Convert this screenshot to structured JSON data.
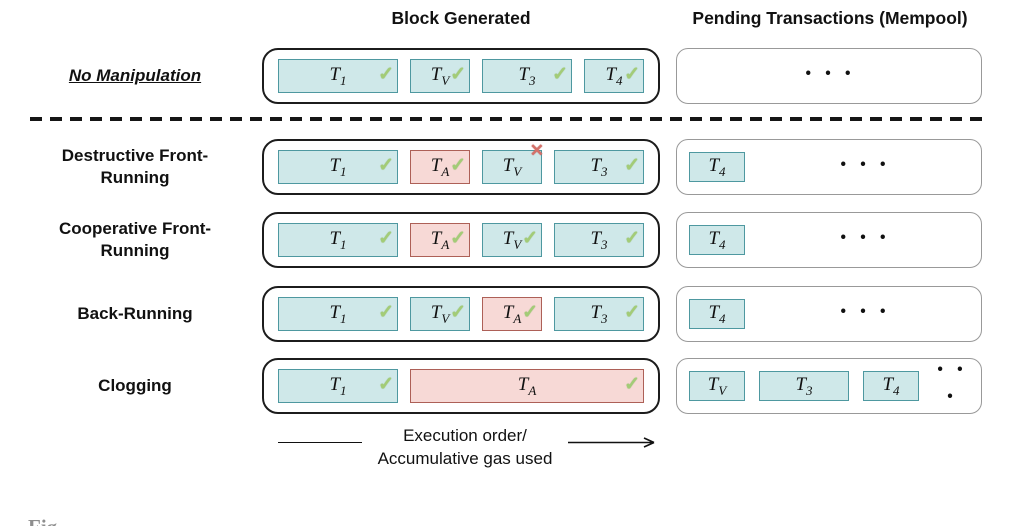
{
  "header": {
    "block_title": "Block Generated",
    "mempool_title": "Pending Transactions (Mempool)"
  },
  "colors": {
    "teal_fill": "#cfe8e9",
    "teal_border": "#4e98a0",
    "red_fill": "#f7d9d6",
    "red_border": "#ad6057",
    "check_green": "#a3cc77",
    "cross_red": "#d4716a",
    "block_border": "#1c1c1c",
    "mempool_border": "#999999"
  },
  "glyphs": {
    "check": "✓",
    "cross": "✕",
    "dots": "· · ·"
  },
  "rows": [
    {
      "label": "No Manipulation",
      "emphasis": true,
      "block": [
        {
          "base": "T",
          "sub": "1",
          "kind": "teal",
          "mark": "check",
          "w": 120
        },
        {
          "base": "T",
          "sub": "V",
          "kind": "teal",
          "mark": "check",
          "w": 60
        },
        {
          "base": "T",
          "sub": "3",
          "kind": "teal",
          "mark": "check",
          "w": 90
        },
        {
          "base": "T",
          "sub": "4",
          "kind": "teal",
          "mark": "check",
          "w": 60
        }
      ],
      "mempool": {
        "cells": [],
        "dots": true
      }
    },
    {
      "label": "Destructive Front-Running",
      "emphasis": false,
      "block": [
        {
          "base": "T",
          "sub": "1",
          "kind": "teal",
          "mark": "check",
          "w": 120
        },
        {
          "base": "T",
          "sub": "A",
          "kind": "red",
          "mark": "check",
          "w": 60
        },
        {
          "base": "T",
          "sub": "V",
          "kind": "teal",
          "mark": "cross",
          "w": 60
        },
        {
          "base": "T",
          "sub": "3",
          "kind": "teal",
          "mark": "check",
          "w": 90
        }
      ],
      "mempool": {
        "cells": [
          {
            "base": "T",
            "sub": "4",
            "kind": "teal",
            "w": 56
          }
        ],
        "dots": true
      }
    },
    {
      "label": "Cooperative Front-Running",
      "emphasis": false,
      "block": [
        {
          "base": "T",
          "sub": "1",
          "kind": "teal",
          "mark": "check",
          "w": 120
        },
        {
          "base": "T",
          "sub": "A",
          "kind": "red",
          "mark": "check",
          "w": 60
        },
        {
          "base": "T",
          "sub": "V",
          "kind": "teal",
          "mark": "check",
          "w": 60
        },
        {
          "base": "T",
          "sub": "3",
          "kind": "teal",
          "mark": "check",
          "w": 90
        }
      ],
      "mempool": {
        "cells": [
          {
            "base": "T",
            "sub": "4",
            "kind": "teal",
            "w": 56
          }
        ],
        "dots": true
      }
    },
    {
      "label": "Back-Running",
      "emphasis": false,
      "block": [
        {
          "base": "T",
          "sub": "1",
          "kind": "teal",
          "mark": "check",
          "w": 120
        },
        {
          "base": "T",
          "sub": "V",
          "kind": "teal",
          "mark": "check",
          "w": 60
        },
        {
          "base": "T",
          "sub": "A",
          "kind": "red",
          "mark": "check",
          "w": 60
        },
        {
          "base": "T",
          "sub": "3",
          "kind": "teal",
          "mark": "check",
          "w": 90
        }
      ],
      "mempool": {
        "cells": [
          {
            "base": "T",
            "sub": "4",
            "kind": "teal",
            "w": 56
          }
        ],
        "dots": true
      }
    },
    {
      "label": "Clogging",
      "emphasis": false,
      "block": [
        {
          "base": "T",
          "sub": "1",
          "kind": "teal",
          "mark": "check",
          "w": 120
        },
        {
          "base": "T",
          "sub": "A",
          "kind": "red",
          "mark": "check",
          "w": "grow"
        }
      ],
      "mempool": {
        "cells": [
          {
            "base": "T",
            "sub": "V",
            "kind": "teal",
            "w": 56
          },
          {
            "base": "T",
            "sub": "3",
            "kind": "teal",
            "w": 90
          },
          {
            "base": "T",
            "sub": "4",
            "kind": "teal",
            "w": 56
          }
        ],
        "dots": true
      }
    }
  ],
  "row_tops": [
    48,
    139,
    212,
    286,
    358
  ],
  "footer": {
    "arrow_label_line1": "Execution order/",
    "arrow_label_line2": "Accumulative gas used"
  },
  "caption_fragment": "Fig."
}
